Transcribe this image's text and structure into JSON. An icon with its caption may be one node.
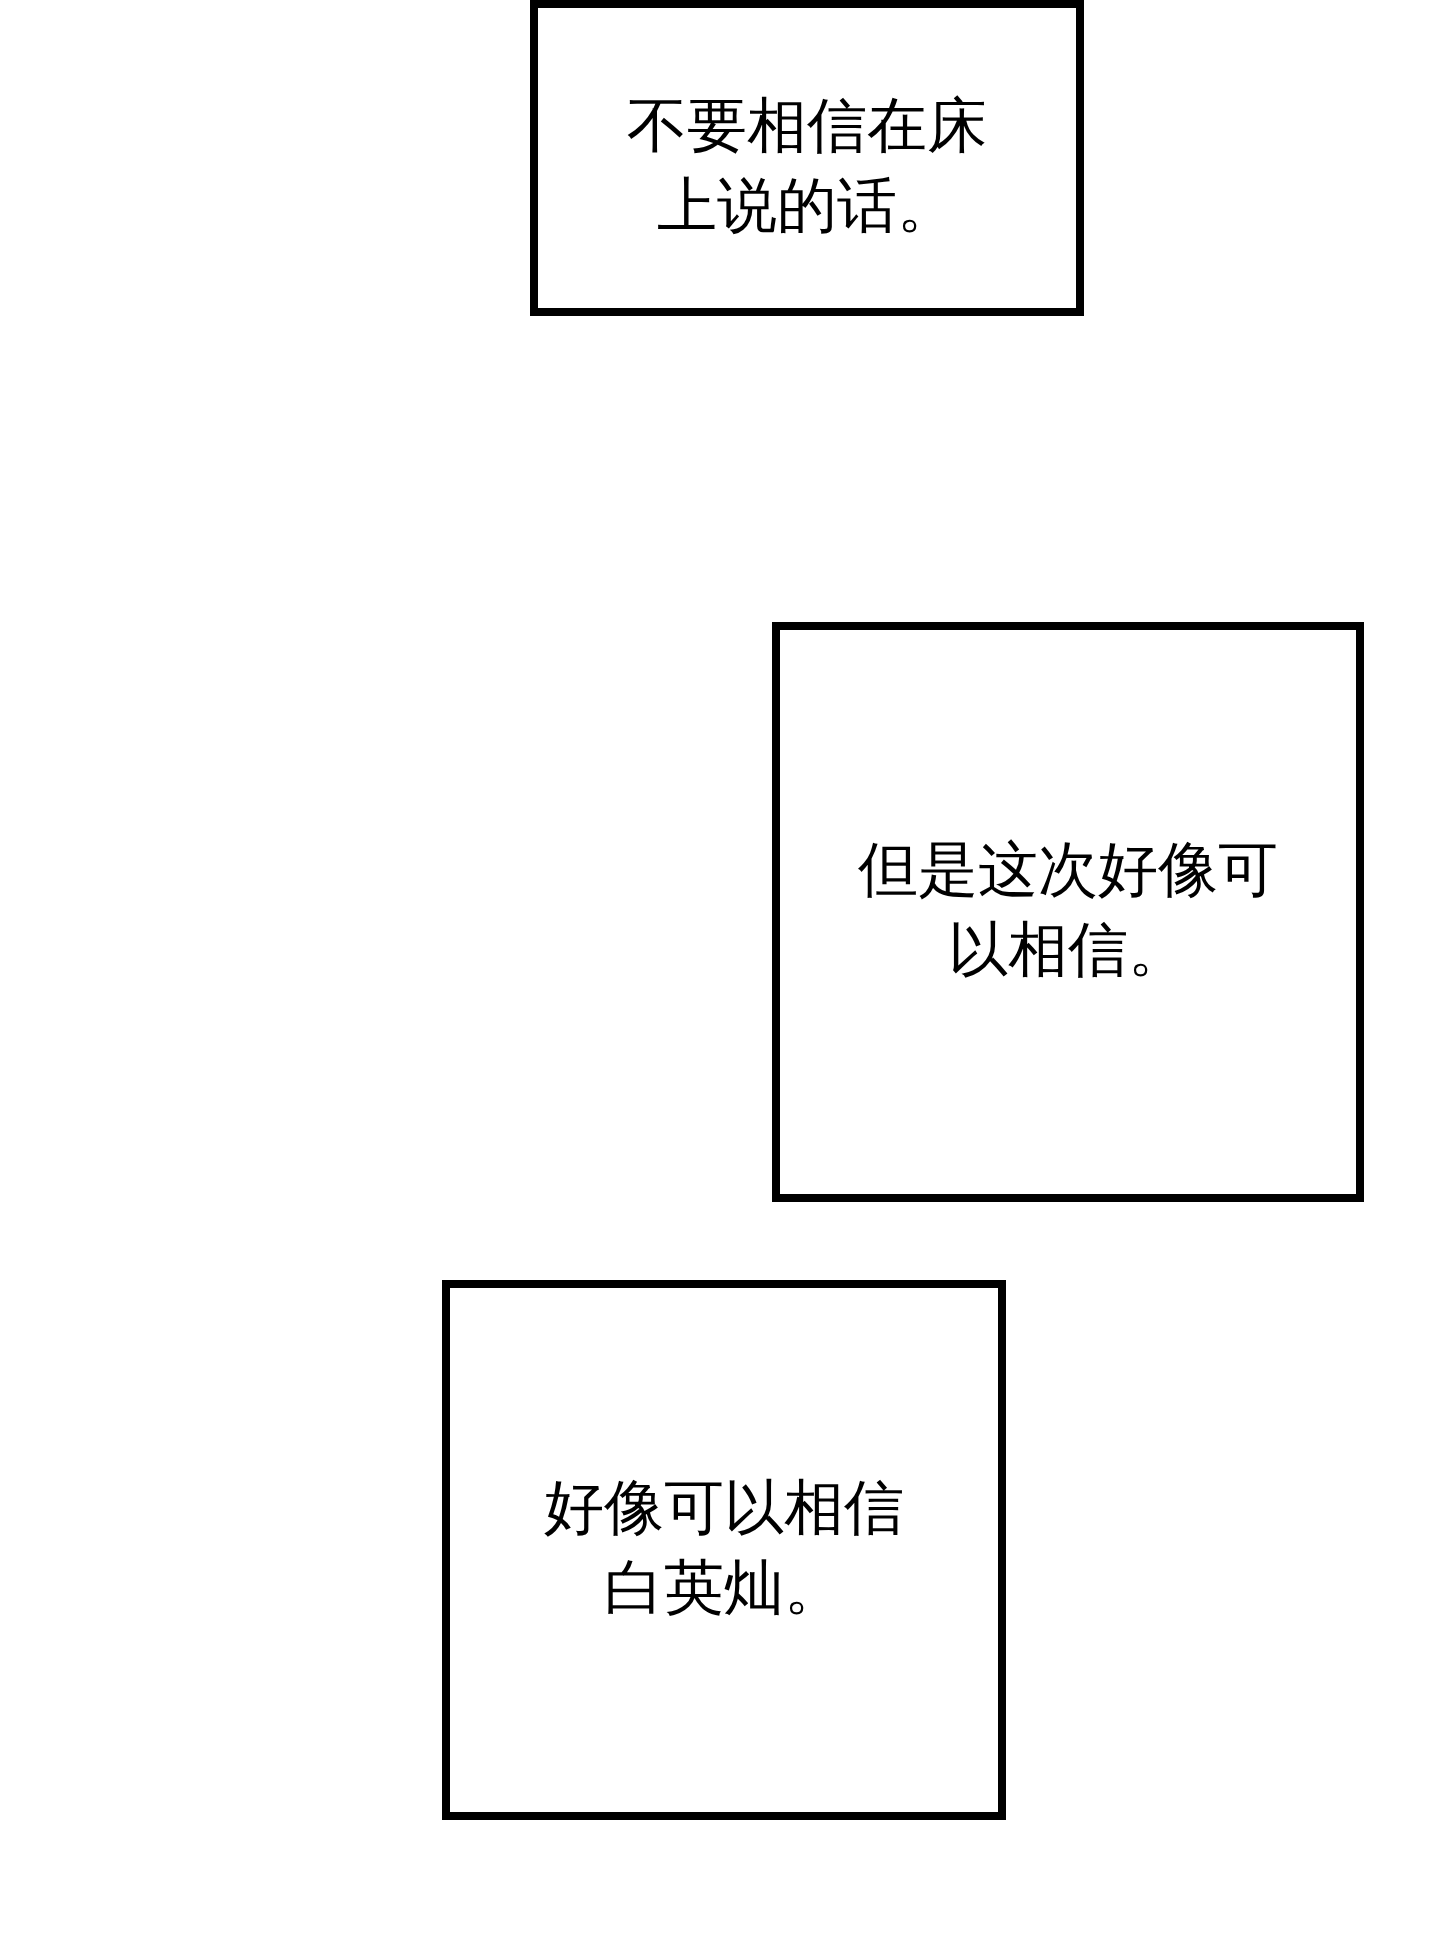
{
  "diagram": {
    "nodes": [
      {
        "text": [
          "不要相信在床上说的话。"
        ]
      },
      {
        "text": [
          "但是这次好像可以相信。"
        ]
      },
      {
        "text": [
          "好像可以相信白英灿。"
        ]
      }
    ]
  }
}
